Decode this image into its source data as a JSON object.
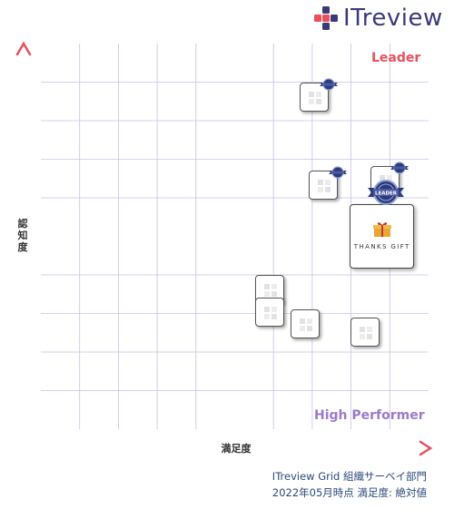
{
  "logo": {
    "text": "ITreview"
  },
  "quadrants": {
    "leader": "Leader",
    "high_performer": "High Performer"
  },
  "axes": {
    "y_label": "認知度",
    "x_label": "満足度"
  },
  "footer": {
    "line1": "ITreview Grid 組織サーベイ部門",
    "line2": "2022年05月時点 満足度: 絶対値"
  },
  "featured_product": {
    "text": "THANKS GIFT",
    "badge_text": "LEADER"
  },
  "colors": {
    "leader": "#e8505b",
    "high_performer": "#9b7bc8",
    "axis_start": "#36b8ea",
    "axis_end": "#e8505b",
    "footer_text": "#2a4a7a"
  },
  "chart_data": {
    "type": "scatter",
    "title": "",
    "xlabel": "満足度",
    "ylabel": "認知度",
    "xlim": [
      0,
      1
    ],
    "ylim": [
      0,
      1
    ],
    "grid": true,
    "quadrant_labels": {
      "top-right": "Leader",
      "bottom-right": "High Performer"
    },
    "points": [
      {
        "x": 0.705,
        "y": 0.861,
        "medal": true,
        "featured": false
      },
      {
        "x": 0.728,
        "y": 0.633,
        "medal": true,
        "featured": false
      },
      {
        "x": 0.888,
        "y": 0.645,
        "medal": true,
        "featured": false
      },
      {
        "x": 0.88,
        "y": 0.499,
        "medal": false,
        "featured": true
      },
      {
        "x": 0.591,
        "y": 0.363,
        "medal": false,
        "featured": false
      },
      {
        "x": 0.591,
        "y": 0.304,
        "medal": false,
        "featured": false
      },
      {
        "x": 0.682,
        "y": 0.273,
        "medal": false,
        "featured": false
      },
      {
        "x": 0.836,
        "y": 0.251,
        "medal": false,
        "featured": false
      }
    ]
  }
}
